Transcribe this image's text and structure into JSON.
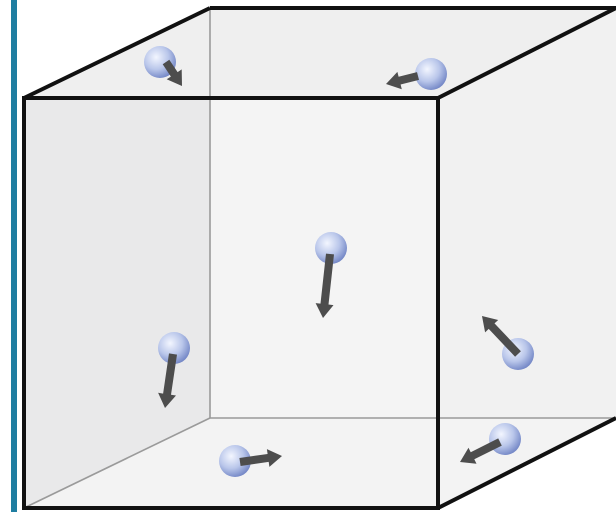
{
  "diagram": {
    "kind": "gas-particles-in-box",
    "colors": {
      "accent_bar": "#1f7ea1",
      "face_back": "#f4f4f4",
      "face_left": "#e9e9ea",
      "face_right": "#f1f1f1",
      "face_top": "#efefef",
      "face_floor": "#f3f3f3",
      "edge_front": "#111111",
      "edge_back": "#9a9a9a",
      "arrow": "#4d4d4d",
      "particle_light": "#f3f6ff",
      "particle_mid": "#b9c6ea",
      "particle_dark": "#6f83c4"
    },
    "particle_count": 7,
    "particles": [
      {
        "id": "top-left",
        "direction": "down-right"
      },
      {
        "id": "top-right",
        "direction": "left"
      },
      {
        "id": "center",
        "direction": "down"
      },
      {
        "id": "left-wall",
        "direction": "down"
      },
      {
        "id": "right-wall",
        "direction": "up-left"
      },
      {
        "id": "floor-front",
        "direction": "right"
      },
      {
        "id": "floor-right",
        "direction": "down-left"
      }
    ],
    "icons": {
      "particle": "sphere-icon",
      "velocity": "arrow-icon"
    }
  }
}
